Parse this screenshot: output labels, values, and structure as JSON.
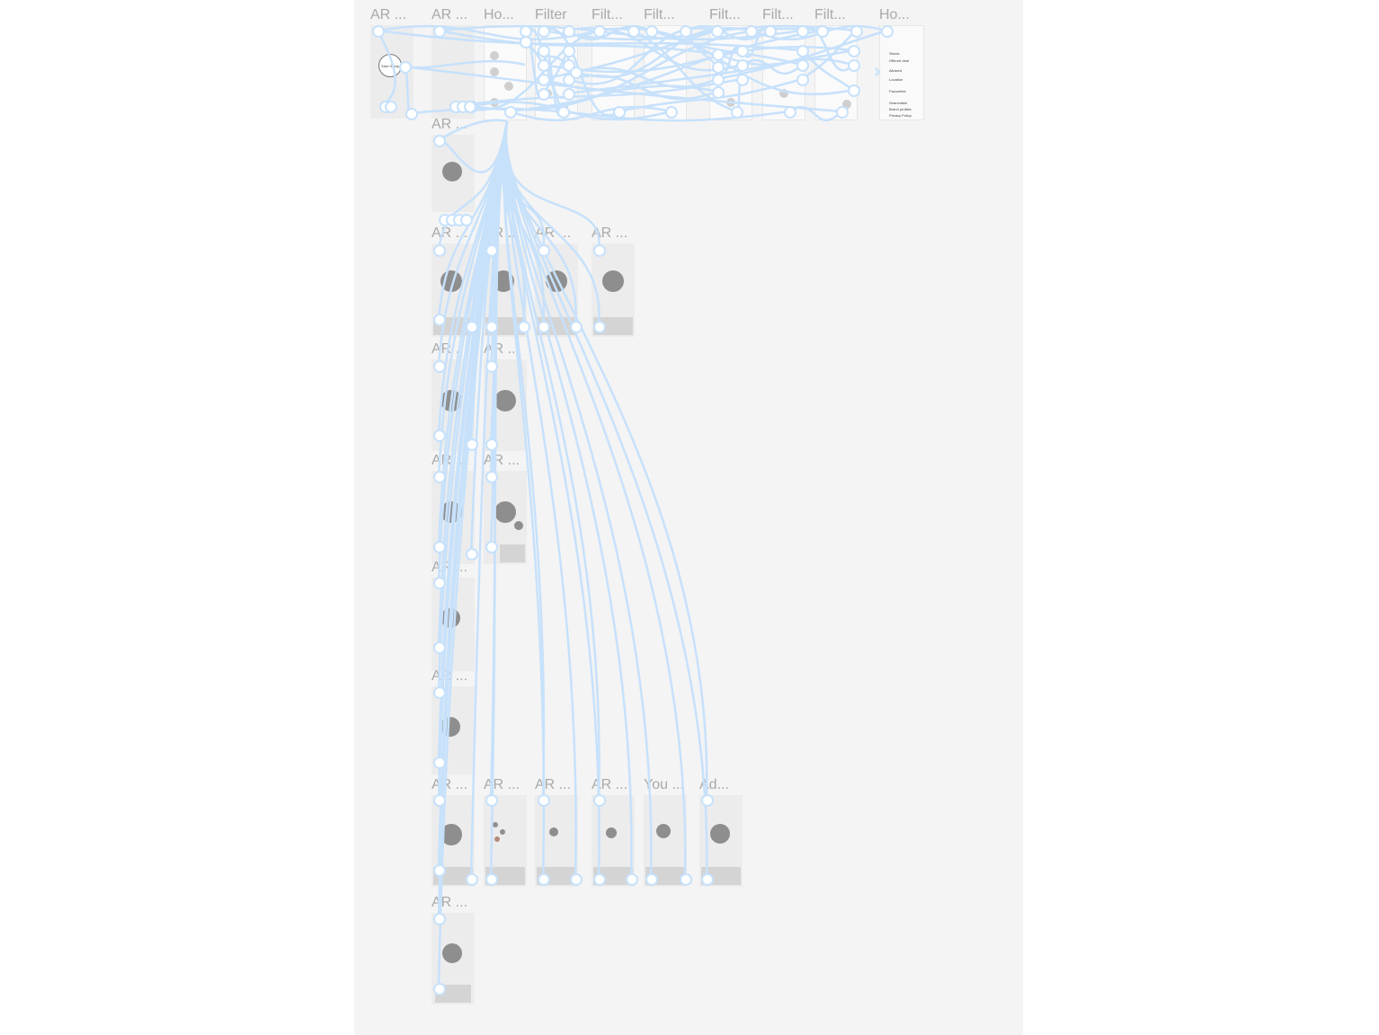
{
  "canvas": {
    "background": "#f4f4f4",
    "wire_color": "#c7e1fb"
  },
  "row1_labels": [
    "AR ...",
    "AR ...",
    "Ho...",
    "Filter",
    "Filt...",
    "Filt...",
    "Filt...",
    "Filt...",
    "Filt...",
    "Ho..."
  ],
  "col_labels": {
    "r2": "AR ...",
    "r3": [
      "AR ...",
      "AR ...",
      "AR ...",
      "AR ..."
    ],
    "r4": [
      "AR ...",
      "AR ..."
    ],
    "r5": [
      "AR ...",
      "AR ..."
    ],
    "r6": "AR ...",
    "r7": "AR ...",
    "r8": [
      "AR ...",
      "AR ...",
      "AR ...",
      "AR ...",
      "You ...",
      "Ad..."
    ],
    "r9": "AR ..."
  },
  "frame_texts": {
    "start_setup": "Start Setup"
  },
  "settings_list": [
    "Stores",
    "Offered deal",
    "Allowed",
    "Location",
    "Favourites",
    "Searchable",
    "Brand profiles",
    "Privacy Policy"
  ]
}
